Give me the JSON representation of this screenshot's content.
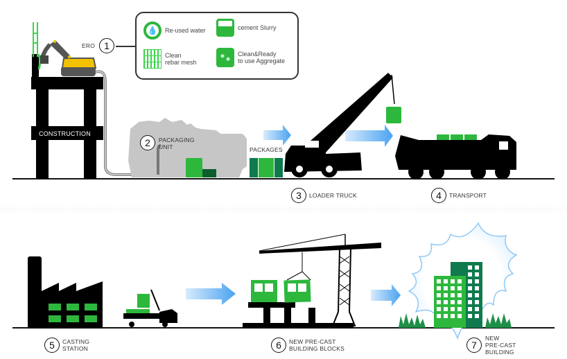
{
  "diagram": {
    "title": "Concrete recycling to pre-cast building process",
    "colors": {
      "green": "#2db83d",
      "dark_green": "#0f7a4e",
      "arrow_blue": "#4aa3f0",
      "yellow": "#f2c200",
      "gray_shape": "#c6c6c6",
      "black": "#000000"
    },
    "steps": [
      {
        "number": "1",
        "label": "ERO"
      },
      {
        "number": "2",
        "label_lines": [
          "PACKAGING",
          "UNIT"
        ]
      },
      {
        "number": "3",
        "label": "LOADER TRUCK"
      },
      {
        "number": "4",
        "label": "TRANSPORT"
      },
      {
        "number": "5",
        "label_lines": [
          "CASTING",
          "STATION"
        ]
      },
      {
        "number": "6",
        "label_lines": [
          "NEW PRE-CAST",
          "BUILDING BLOCKS"
        ]
      },
      {
        "number": "7",
        "label_lines": [
          "NEW",
          "PRE-CAST",
          "BUILDING"
        ]
      }
    ],
    "construction_label": "CONSTRUCTION",
    "packages_label": "PACKAGES",
    "legend": {
      "items": [
        {
          "icon": "recycle-water-icon",
          "lines": [
            "Re-used water"
          ]
        },
        {
          "icon": "cement-slurry-icon",
          "lines": [
            "cement Slurry"
          ]
        },
        {
          "icon": "rebar-mesh-icon",
          "lines": [
            "Clean",
            "rebar mesh"
          ]
        },
        {
          "icon": "aggregate-icon",
          "lines": [
            "Clean&Ready",
            "to use Aggregate"
          ]
        }
      ]
    }
  }
}
